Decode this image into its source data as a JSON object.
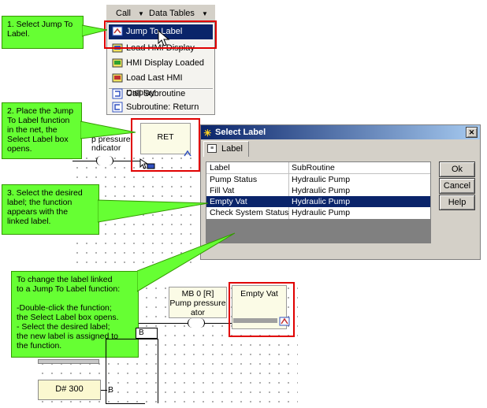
{
  "menubar": {
    "call": "Call",
    "data_tables": "Data Tables"
  },
  "menu": {
    "items": [
      {
        "label": "Jump To Label",
        "icon": "jump-label-icon"
      },
      {
        "label": "Load HMI Display",
        "icon": "load-hmi-icon"
      },
      {
        "label": "HMI Display Loaded",
        "icon": "hmi-loaded-icon"
      },
      {
        "label": "Load Last HMI Display",
        "icon": "load-last-hmi-icon"
      },
      {
        "label": "Call Subroutine",
        "icon": "call-subroutine-icon"
      },
      {
        "label": "Subroutine: Return",
        "icon": "subroutine-return-icon"
      }
    ]
  },
  "callouts": {
    "c1": "1. Select Jump To\n    Label.",
    "c2": "2. Place the  Jump\n    To Label function\n    in the net, the\n    Select Label box\n    opens.",
    "c3": "3. Select the desired\n    label; the function\n    appears with the\n    linked label.",
    "c4": "To change the label linked\nto a Jump To Label function:\n\n-Double-click the function;\n the Select Label box opens.\n- Select the desired label;\n the new label is assigned to\n the function."
  },
  "ladder": {
    "ret_label": "RET",
    "pressure_partial_1": "p pressure",
    "pressure_partial_2": "ndicator",
    "mb_label": "MB 0 [R]",
    "pump_pressure": "Pump pressure",
    "indicator_partial": "ator",
    "empty_vat_block": "Empty Vat",
    "b_label": "B",
    "b_label_2": "B",
    "d_value": "D# 300"
  },
  "dialog": {
    "title": "Select Label",
    "close": "✕",
    "tab": "Label",
    "columns": [
      "Label",
      "SubRoutine"
    ],
    "rows": [
      [
        "Pump Status",
        "Hydraulic Pump"
      ],
      [
        "Fill Vat",
        "Hydraulic Pump"
      ],
      [
        "Empty Vat",
        "Hydraulic Pump"
      ],
      [
        "Check System Status",
        "Hydraulic Pump"
      ]
    ],
    "selected_row": 2,
    "buttons": {
      "ok": "Ok",
      "cancel": "Cancel",
      "help": "Help"
    }
  },
  "colors": {
    "callout": "#66ff33",
    "highlight": "#e00000",
    "selection": "#0a246a"
  }
}
